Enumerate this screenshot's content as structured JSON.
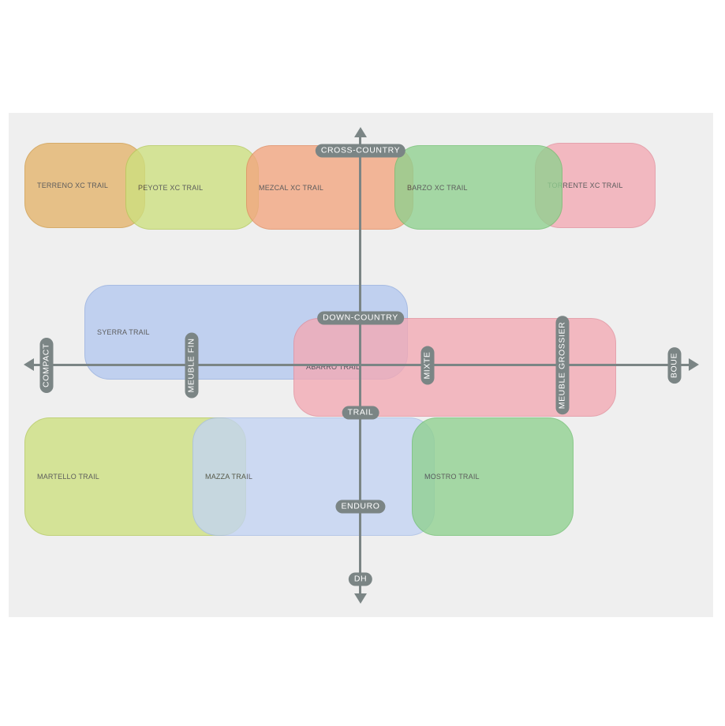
{
  "colors": {
    "orange": "#e4b36b",
    "lime": "#cde07f",
    "salmon": "#f3a57f",
    "green": "#8fd18f",
    "pink": "#f4a9b4",
    "blue": "#b3c8f0",
    "lightblue": "#c3d4f4",
    "axis": "#7b8585",
    "panel": "#efefef"
  },
  "zones": [
    {
      "id": "terreno",
      "label": "TERRENO XC TRAIL",
      "color": "orange"
    },
    {
      "id": "peyote",
      "label": "PEYOTE XC TRAIL",
      "color": "lime"
    },
    {
      "id": "mezcal",
      "label": "MEZCAL XC TRAIL",
      "color": "salmon"
    },
    {
      "id": "barzo",
      "label": "BARZO XC TRAIL",
      "color": "green"
    },
    {
      "id": "torrente",
      "label": "TORRENTE XC TRAIL",
      "color": "pink"
    },
    {
      "id": "syerra",
      "label": "SYERRA TRAIL",
      "color": "blue"
    },
    {
      "id": "abarro",
      "label": "ABARRO TRAIL",
      "color": "pink"
    },
    {
      "id": "martello",
      "label": "MARTELLO TRAIL",
      "color": "lime"
    },
    {
      "id": "mazza",
      "label": "MAZZA TRAIL",
      "color": "lightblue"
    },
    {
      "id": "mostro",
      "label": "MOSTRO TRAIL",
      "color": "green"
    }
  ],
  "axis_labels": {
    "cross_country": "CROSS-COUNTRY",
    "down_country": "DOWN-COUNTRY",
    "trail": "TRAIL",
    "enduro": "ENDURO",
    "dh": "DH",
    "compact": "COMPACT",
    "meuble_fin": "MEUBLE FIN",
    "mixte": "MIXTE",
    "meuble_grossier": "MEUBLE GROSSIER",
    "boue": "BOUE"
  }
}
